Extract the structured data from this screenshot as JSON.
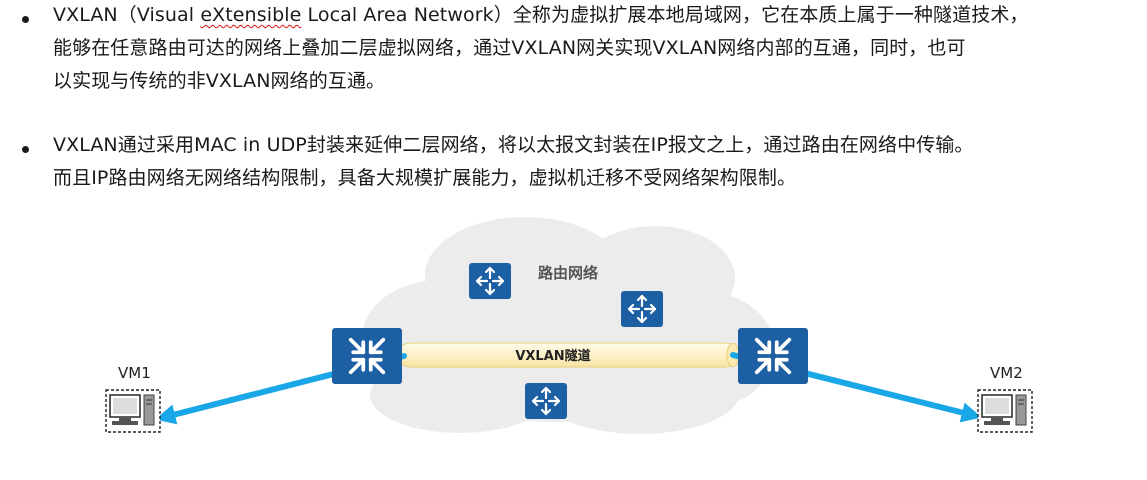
{
  "bullets": [
    {
      "prefix": "VXLAN（Visual ",
      "underlined": "eXtensible",
      "line1_rest": " Local Area Network）全称为虚拟扩展本地局域网，它在本质上属于一种隧道技术，",
      "line2": "能够在任意路由可达的网络上叠加二层虚拟网络，通过VXLAN网关实现VXLAN网络内部的互通，同时，也可",
      "line3": "以实现与传统的非VXLAN网络的互通。"
    },
    {
      "line1": "VXLAN通过采用MAC in UDP封装来延伸二层网络，将以太报文封装在IP报文之上，通过路由在网络中传输。",
      "line2": "而且IP路由网络无网络结构限制，具备大规模扩展能力，虚拟机迁移不受网络架构限制。"
    }
  ],
  "diagram": {
    "cloud_label": "路由网络",
    "tunnel_label": "VXLAN隧道",
    "vm_left_label": "VM1",
    "vm_right_label": "VM2",
    "colors": {
      "cloud": "#ececec",
      "device": "#1d5fa3",
      "tunnel_fill": "#fdf3cf",
      "tunnel_stroke": "#e9cf7a",
      "arrow": "#1aa7e8"
    }
  }
}
